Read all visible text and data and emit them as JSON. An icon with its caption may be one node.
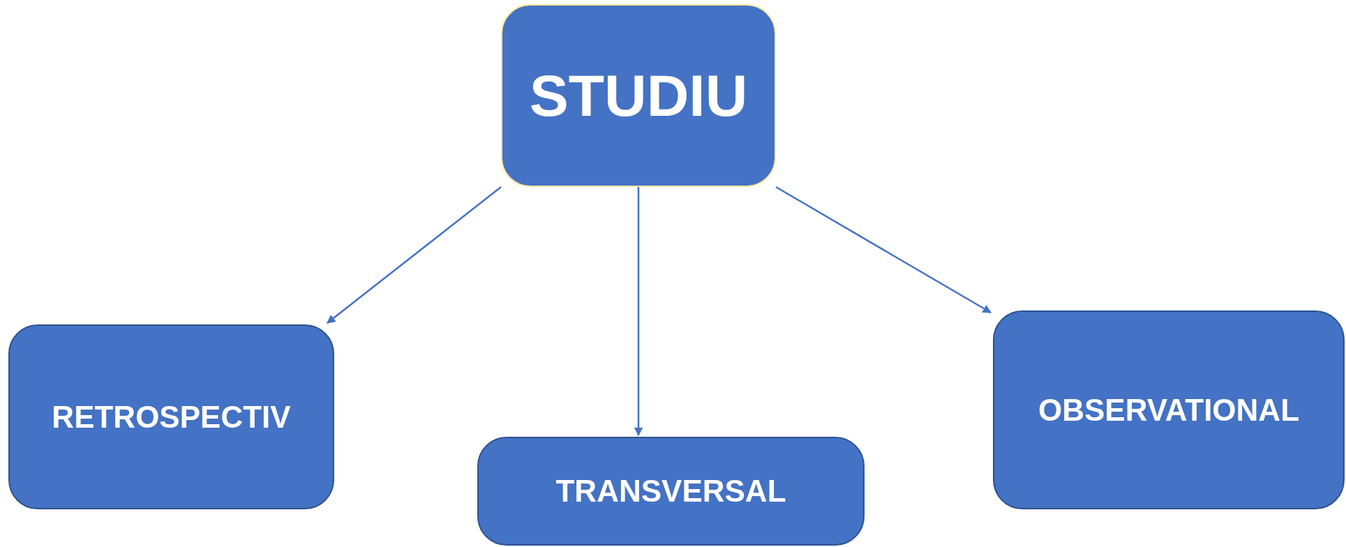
{
  "diagram": {
    "nodes": [
      {
        "text": [
          "STUDIU"
        ]
      },
      {
        "text": [
          "RETROSPECTIV"
        ]
      },
      {
        "text": [
          "TRANSVERSAL"
        ]
      },
      {
        "text": [
          "OBSERVATIONAL"
        ]
      }
    ],
    "edges": [
      {
        "from": 0,
        "to": 1,
        "arrow": "to"
      },
      {
        "from": 0,
        "to": 2,
        "arrow": "to"
      },
      {
        "from": 0,
        "to": 3,
        "arrow": "to"
      }
    ]
  }
}
